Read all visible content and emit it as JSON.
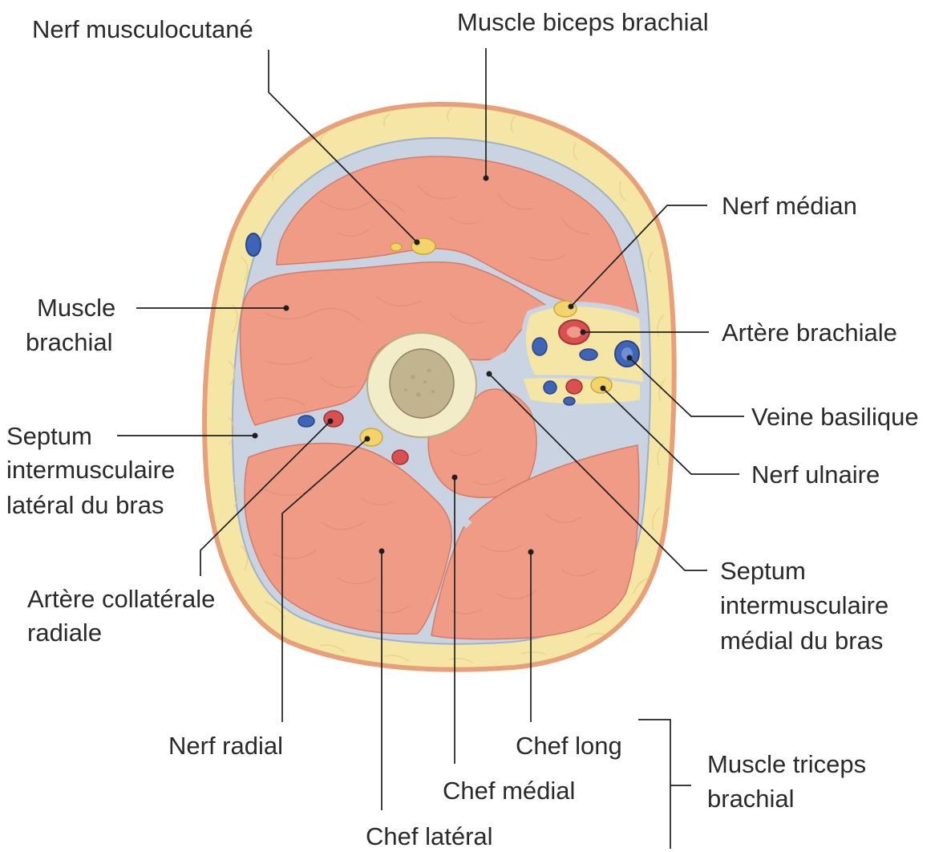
{
  "labels": {
    "nerf_musculocutane": "Nerf musculocutané",
    "muscle_biceps_brachial": "Muscle biceps brachial",
    "nerf_median": "Nerf médian",
    "muscle_brachial": [
      "Muscle",
      "brachial"
    ],
    "artere_brachiale": "Artère brachiale",
    "veine_basilique": "Veine basilique",
    "septum_lateral": [
      "Septum",
      "intermusculaire",
      "latéral du bras"
    ],
    "nerf_ulnaire": "Nerf ulnaire",
    "artere_collaterale_radiale": [
      "Artère collatérale",
      "radiale"
    ],
    "septum_medial": [
      "Septum",
      "intermusculaire",
      "médial du bras"
    ],
    "nerf_radial": "Nerf radial",
    "chef_long": "Chef long",
    "muscle_triceps_brachial": [
      "Muscle triceps",
      "brachial"
    ],
    "chef_medial": "Chef médial",
    "chef_lateral": "Chef latéral"
  },
  "colors": {
    "skin": "#e7a07a",
    "fat": "#f6e6a6",
    "fascia": "#c9d3e2",
    "muscle": "#ef9b86",
    "bone_cortex": "#f3ecc9",
    "bone_marrow": "#c2b48f",
    "nerve": "#f3d36a",
    "artery": "#d8504f",
    "vein": "#3f63b5"
  }
}
